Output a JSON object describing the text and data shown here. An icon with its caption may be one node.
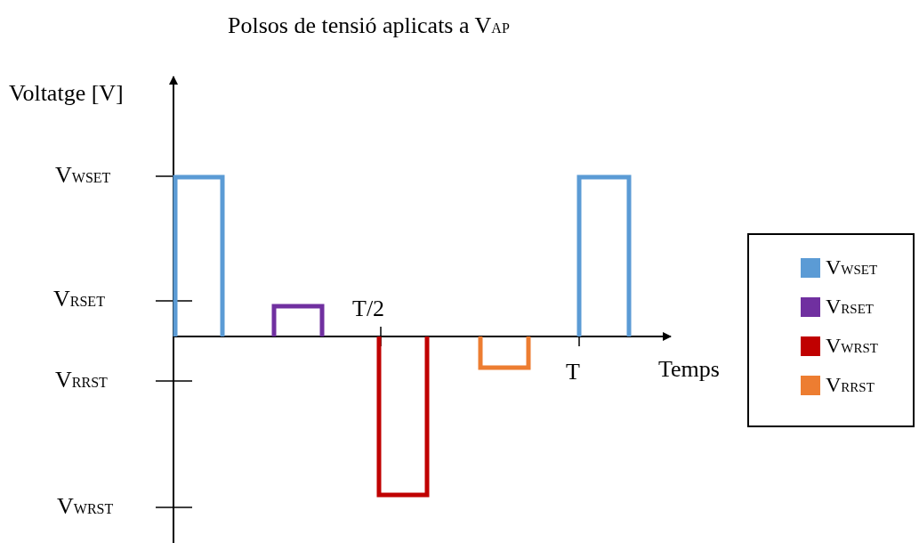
{
  "diagram": {
    "title": "Polsos de tensió aplicats a V$_{AP}$",
    "labels": [
      "Voltatge [V]",
      "V$_{WSET}$",
      "V$_{RSET}$",
      "T/2",
      "V$_{RRST}$",
      "T",
      "Temps",
      "V$_{WRST}$"
    ],
    "legend": [
      {
        "text": "V$_{WSET}$",
        "color": "#5b9bd5"
      },
      {
        "text": "V$_{RSET}$",
        "color": "#7030a0"
      },
      {
        "text": "V$_{WRST}$",
        "color": "#c00000"
      },
      {
        "text": "V$_{RRST}$",
        "color": "#ed7d31"
      }
    ]
  }
}
